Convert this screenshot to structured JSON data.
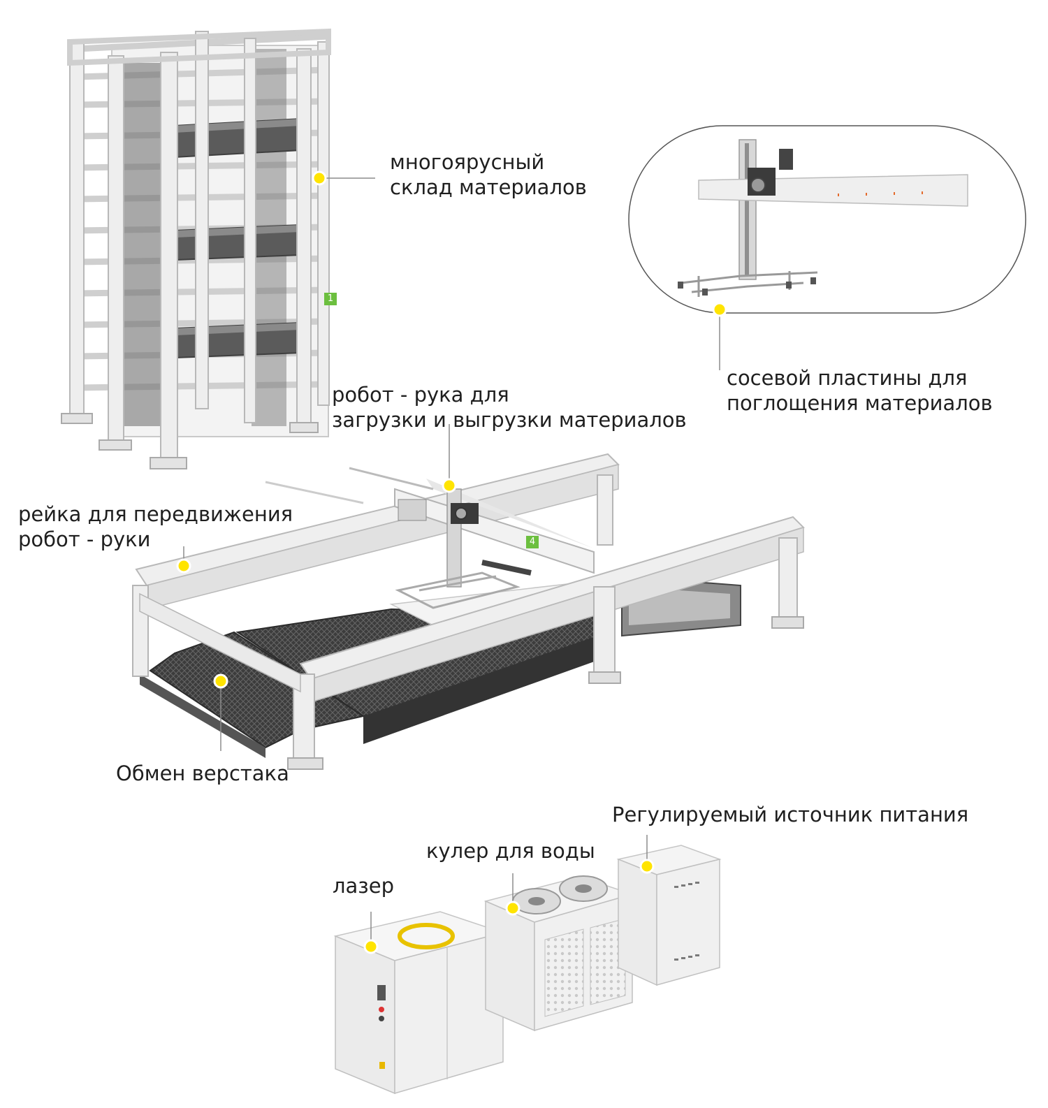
{
  "colors": {
    "accent_dot": "#ffe400",
    "badge": "#6cbf3f",
    "frame": "#e9e9e9",
    "frame_edge": "#b8b8b8",
    "dark_metal": "#555555",
    "leader_line": "#8c8c8c"
  },
  "labels": {
    "warehouse": [
      "многоярусный",
      "склад материалов"
    ],
    "suction_plate": [
      "сосевой пластины для",
      "поглощения материалов"
    ],
    "robot_arm": [
      "робот - рука для",
      "загрузки и выгрузки материалов"
    ],
    "rail": [
      "рейка для передвижения",
      "робот - руки"
    ],
    "workbench": "Обмен верстака",
    "power_supply": "Регулируемый источник питания",
    "water_chiller": "кулер для воды",
    "laser": "лазер"
  },
  "badges": {
    "warehouse": "1",
    "robot": "4"
  },
  "icons": [
    "tower-warehouse-illustration",
    "gantry-arm-illustration",
    "cutting-table-illustration",
    "laser-cabinet-illustration",
    "water-chiller-illustration",
    "power-supply-illustration"
  ]
}
